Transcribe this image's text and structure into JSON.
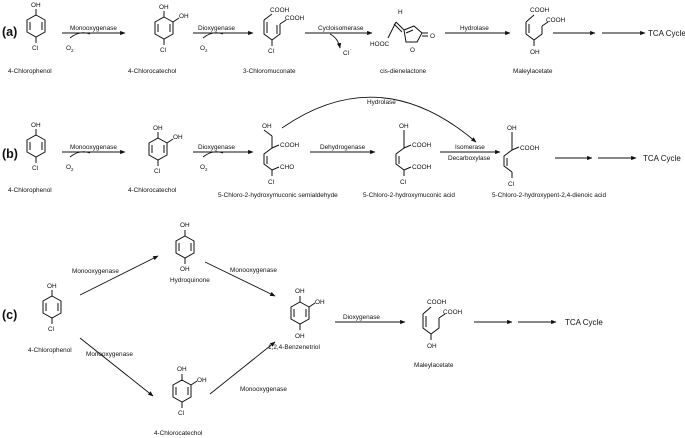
{
  "panels": {
    "a": {
      "label": "(a)",
      "compounds": [
        "4-Chlorophenol",
        "4-Chlorocatechol",
        "3-Chloromuconate",
        "cis-dienelactone",
        "Maleylacetate"
      ],
      "enzymes": [
        "Monooxygenase",
        "Dioxygenase",
        "Cycloisomerase",
        "Hydrolase"
      ],
      "cofactors": [
        "O2",
        "O2",
        "Cl-"
      ],
      "end": "TCA Cycle"
    },
    "b": {
      "label": "(b)",
      "compounds": [
        "4-Chlorophenol",
        "4-Chlorocatechol",
        "5-Chloro-2-hydroxymuconic semialdehyde",
        "5-Chloro-2-hydroxymuconic acid",
        "5-Chloro-2-hydroxypent-2,4-dienoic acid"
      ],
      "enzymes": [
        "Monooxygenase",
        "Dioxygenase",
        "Dehydrogenase",
        "Isomerase",
        "Decarboxylase",
        "Hydrolase"
      ],
      "cofactors": [
        "O2",
        "O2"
      ],
      "end": "TCA Cycle"
    },
    "c": {
      "label": "(c)",
      "compounds": [
        "4-Chlorophenol",
        "Hydroquinone",
        "4-Chlorocatechol",
        "1,2,4-Benzenetriol",
        "Maleylacetate"
      ],
      "enzymes": [
        "Monooxygenase",
        "Monooxygenase",
        "Monooxygenase",
        "Monooxygenase",
        "Dioxygenase"
      ],
      "end": "TCA Cycle"
    }
  },
  "atoms": {
    "oh": "OH",
    "cl": "Cl",
    "cooh": "COOH",
    "cho": "CHO",
    "hooc": "HOOC",
    "o": "O",
    "h": "H",
    "o2": "O",
    "sub2": "2",
    "cl_minus": "Cl",
    "minus": "-"
  }
}
